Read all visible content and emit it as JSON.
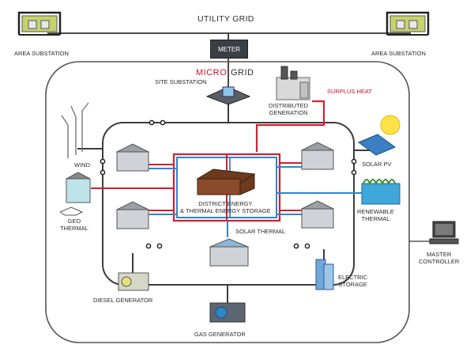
{
  "labels": {
    "utility_grid": "UTILITY GRID",
    "area_substation_left": "AREA SUBSTATION",
    "area_substation_right": "AREA SUBSTATION",
    "meter": "METER",
    "micro": "MICRO",
    "grid": "GRID",
    "site_substation": "SITE SUBSTATION",
    "distributed_generation_1": "DISTRIBUTED",
    "distributed_generation_2": "GENERATION",
    "surplus_heat": "SURPLUS HEAT",
    "wind": "WIND",
    "solar_pv": "SOLAR PV",
    "district_energy_1": "DISTRICT ENERGY",
    "district_energy_2": "& THERMAL ENERGY STORAGE",
    "geo_1": "GEO",
    "geo_2": "THERMAL",
    "renewable_1": "RENEWABLE",
    "renewable_2": "THERMAL",
    "solar_thermal": "SOLAR THERMAL",
    "master_1": "MASTER",
    "master_2": "CONTROLLER",
    "electric_1": "ELECTRIC",
    "electric_2": "STORAGE",
    "diesel_generator": "DIESEL GENERATOR",
    "gas_generator": "GAS GENERATOR"
  },
  "colors": {
    "power_line": "#3c3c3c",
    "heat_line": "#d0202e",
    "cool_line": "#2f86c8",
    "building_roof": "#9aa0a6",
    "building_wall": "#cfd3d7",
    "district_building": "#8a4b2a",
    "accent_red": "#c8102e"
  }
}
